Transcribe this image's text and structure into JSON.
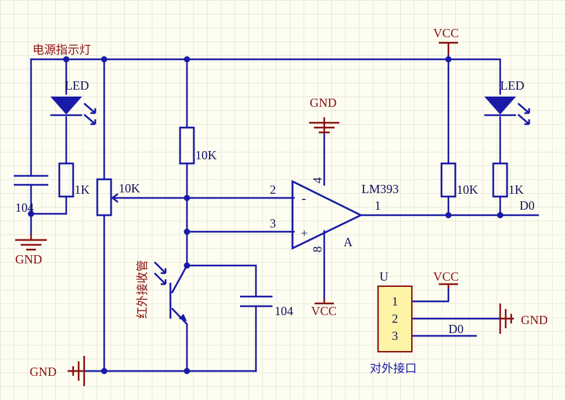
{
  "labels": {
    "power_indicator": "电源指示灯",
    "ir_receiver": "红外接收管",
    "external_interface": "对外接口",
    "led_left": "LED",
    "led_right": "LED",
    "res_1k_left": "1K",
    "res_1k_right": "1K",
    "pot_10k": "10K",
    "res_10k_top": "10K",
    "res_10k_right": "10K",
    "cap_104_left": "104",
    "cap_104_right": "104",
    "gnd_left": "GND",
    "gnd_top": "GND",
    "gnd_bottom": "GND",
    "gnd_connector": "GND",
    "vcc_top": "VCC",
    "vcc_bottom": "VCC",
    "vcc_connector": "VCC",
    "comparator": "LM393",
    "comparator_unit": "A",
    "pin_2": "2",
    "pin_3": "3",
    "pin_4": "4",
    "pin_8": "8",
    "pin_1": "1",
    "minus": "-",
    "plus": "+",
    "output_d0": "D0",
    "connector_d0": "D0",
    "connector_ref": "U",
    "conn_pin_1": "1",
    "conn_pin_2": "2",
    "conn_pin_3": "3"
  },
  "colors": {
    "wire": "#1a1aa8",
    "power": "#8a0f0f",
    "connector_fill": "#fdf4a6"
  }
}
